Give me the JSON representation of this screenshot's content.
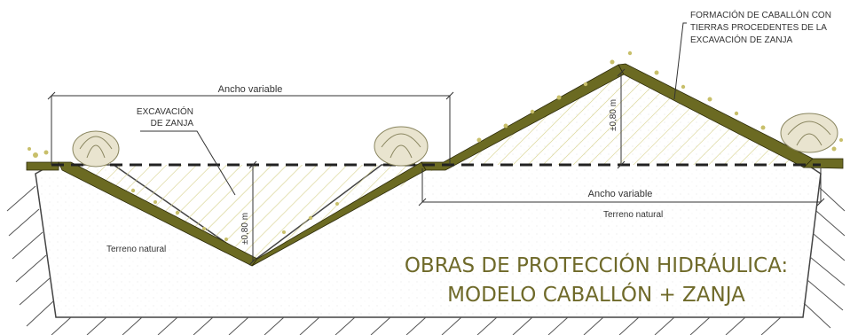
{
  "diagram": {
    "title_line1": "OBRAS DE PROTECCIÓN HIDRÁULICA:",
    "title_line2": "MODELO CABALLÓN + ZANJA",
    "labels": {
      "ancho_variable_top": "Ancho variable",
      "ancho_variable_right": "Ancho variable",
      "excavacion_line1": "EXCAVACIÓN",
      "excavacion_line2": "DE ZANJA",
      "formacion_line1": "FORMACIÓN DE CABALLÓN CON",
      "formacion_line2": "TIERRAS PROCEDENTES DE LA",
      "formacion_line3": "EXCAVACIÓN DE ZANJA",
      "depth_trench": "±0,80 m",
      "height_ridge": "±0,80 m",
      "terreno_left": "Terreno natural",
      "terreno_right": "Terreno natural"
    },
    "colors": {
      "soil_band": "#6b6a22",
      "vegetation": "#c8bf6a",
      "title": "#6f6a2a",
      "hatch": "#d6d18a",
      "ground_hatch": "#555555"
    }
  }
}
